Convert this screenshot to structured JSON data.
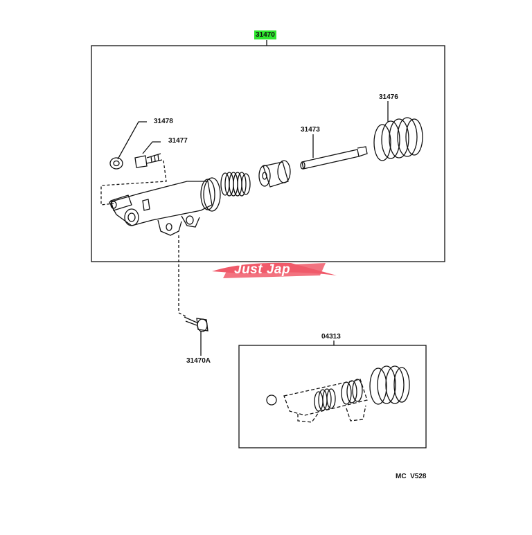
{
  "diagram": {
    "parts": {
      "assembly": "31470",
      "bleeder_cap": "31478",
      "bleeder_plug": "31477",
      "push_rod": "31473",
      "boot": "31476",
      "bolt": "31470A",
      "repair_kit": "04313"
    },
    "code": "MC  V528",
    "highlight_color": "#2ee82e",
    "watermark": {
      "text": "Just Jap",
      "color": "#f05a6a"
    }
  }
}
